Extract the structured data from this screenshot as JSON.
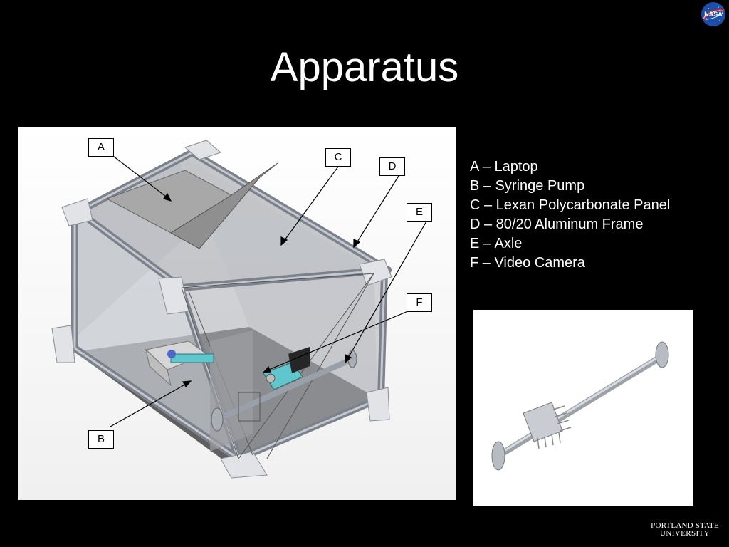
{
  "slide": {
    "title": "Apparatus",
    "logos": {
      "top_right": "NASA",
      "bottom_right_line1": "PORTLAND STATE",
      "bottom_right_line2": "UNIVERSITY"
    },
    "callouts": [
      "A",
      "B",
      "C",
      "D",
      "E",
      "F"
    ],
    "legend": [
      "A – Laptop",
      "B – Syringe Pump",
      "C – Lexan Polycarbonate Panel",
      "D – 80/20 Aluminum Frame",
      "E – Axle",
      "F – Video Camera"
    ]
  },
  "colors": {
    "background": "#000000",
    "text": "#ffffff",
    "figure_bg": "#ffffff"
  }
}
